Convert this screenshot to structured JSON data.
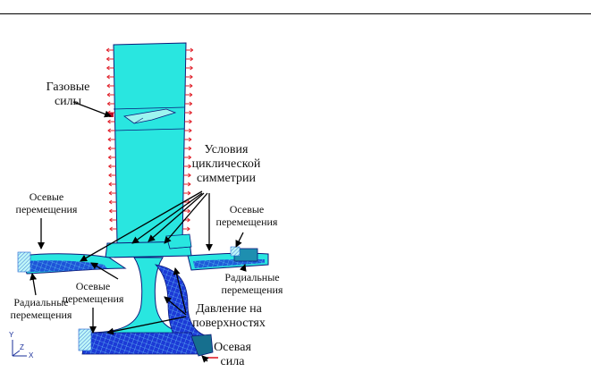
{
  "labels": {
    "gas_forces": [
      "Газовые",
      "силы"
    ],
    "cyclic_symmetry": [
      "Условия",
      "циклической",
      "симметрии"
    ],
    "axial_disp_left": [
      "Осевые",
      "перемещения"
    ],
    "axial_disp_right": [
      "Осевые",
      "перемещения"
    ],
    "axial_disp_bottom": [
      "Осевые",
      "перемещения"
    ],
    "radial_disp_left": [
      "Радиальные",
      "перемещения"
    ],
    "radial_disp_right": [
      "Радиальные",
      "перемещения"
    ],
    "surface_pressure": [
      "Давление на",
      "поверхностях"
    ],
    "axial_force": [
      "Осевая",
      "сила"
    ]
  },
  "axis": {
    "x": "X",
    "y": "Y",
    "z": "Z"
  },
  "colors": {
    "body": "#29e6e0",
    "mesh": "#1730c8",
    "outline": "#0b1a7a",
    "force_arrows": "#e0202a",
    "leader": "#000000"
  }
}
